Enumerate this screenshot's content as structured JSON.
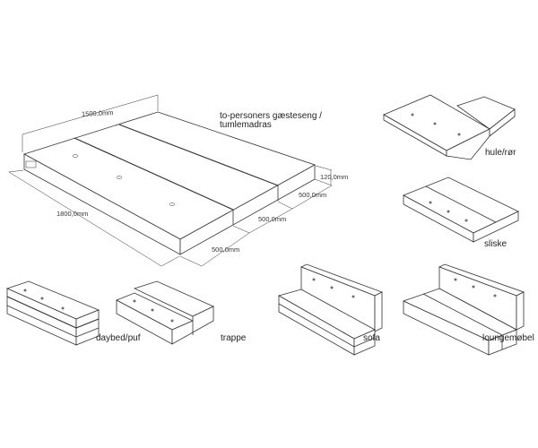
{
  "main": {
    "title_line1": "to-personers gæsteseng /",
    "title_line2": "tumlemadras",
    "dim_width": "1500,0mm",
    "dim_length": "1800,0mm",
    "dim_height": "120,0mm",
    "dim_part1": "500,0mm",
    "dim_part2": "500,0mm",
    "dim_part3": "500,0mm"
  },
  "configurations": [
    {
      "label": "hule/rør"
    },
    {
      "label": "sliske"
    },
    {
      "label": "daybed/puf"
    },
    {
      "label": "trappe"
    },
    {
      "label": "sofa"
    },
    {
      "label": "loungemøbel"
    }
  ]
}
